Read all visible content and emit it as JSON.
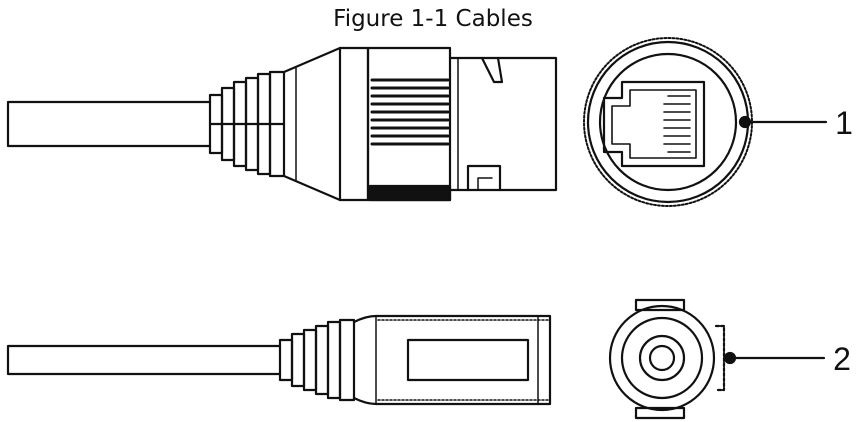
{
  "figure": {
    "caption": "Figure 1-1 Cables"
  },
  "callouts": [
    {
      "number": "1"
    },
    {
      "number": "2"
    }
  ],
  "colors": {
    "line": "#111111",
    "background": "#ffffff"
  }
}
